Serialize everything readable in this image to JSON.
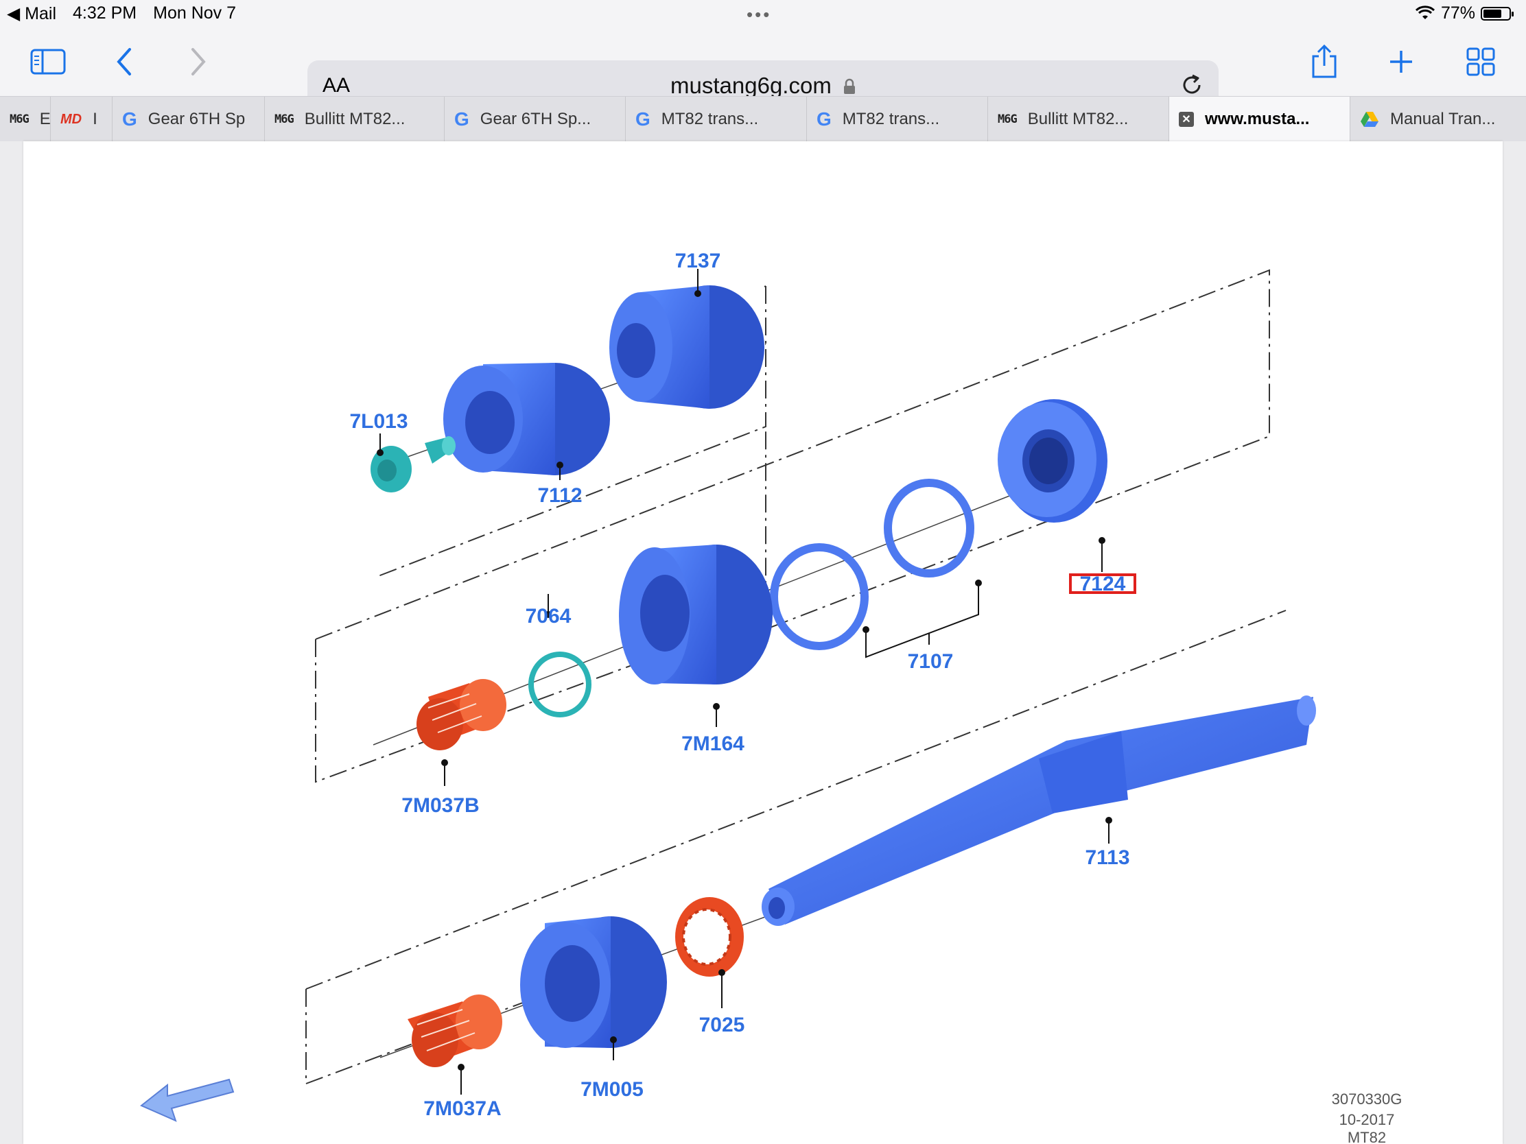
{
  "status": {
    "back_app": "◀ Mail",
    "time": "4:32 PM",
    "date": "Mon Nov 7",
    "battery": "77%",
    "battery_level": 0.77
  },
  "browser": {
    "aa_label": "AA",
    "url": "mustang6g.com"
  },
  "tabs": [
    {
      "favicon": "M6G",
      "title": "E"
    },
    {
      "favicon": "MD",
      "title": "I"
    },
    {
      "favicon": "G",
      "title": "Gear 6TH Sp"
    },
    {
      "favicon": "M6G",
      "title": "Bullitt MT82..."
    },
    {
      "favicon": "G",
      "title": "Gear 6TH Sp..."
    },
    {
      "favicon": "G",
      "title": "MT82 trans..."
    },
    {
      "favicon": "G",
      "title": "MT82 trans..."
    },
    {
      "favicon": "M6G",
      "title": "Bullitt MT82..."
    },
    {
      "favicon": "x",
      "title": "www.musta..."
    },
    {
      "favicon": "drive",
      "title": "Manual Tran..."
    }
  ],
  "diagram": {
    "labels": {
      "p7137": "7137",
      "p7L013": "7L013",
      "p7112": "7112",
      "p7124": "7124",
      "p7064": "7064",
      "p7107": "7107",
      "p7M164": "7M164",
      "p7M037B": "7M037B",
      "p7113": "7113",
      "p7025": "7025",
      "p7M005": "7M005",
      "p7M037A": "7M037A"
    },
    "highlight_label": "7124",
    "footer_ref": "3070330G",
    "footer_date": "10-2017",
    "footer_model": "MT82",
    "colors": {
      "part_blue": "#3a66e6",
      "label_blue": "#2f6fe0",
      "red_part": "#e84a22",
      "teal": "#2bb3b5",
      "highlight": "#e0201c"
    }
  }
}
